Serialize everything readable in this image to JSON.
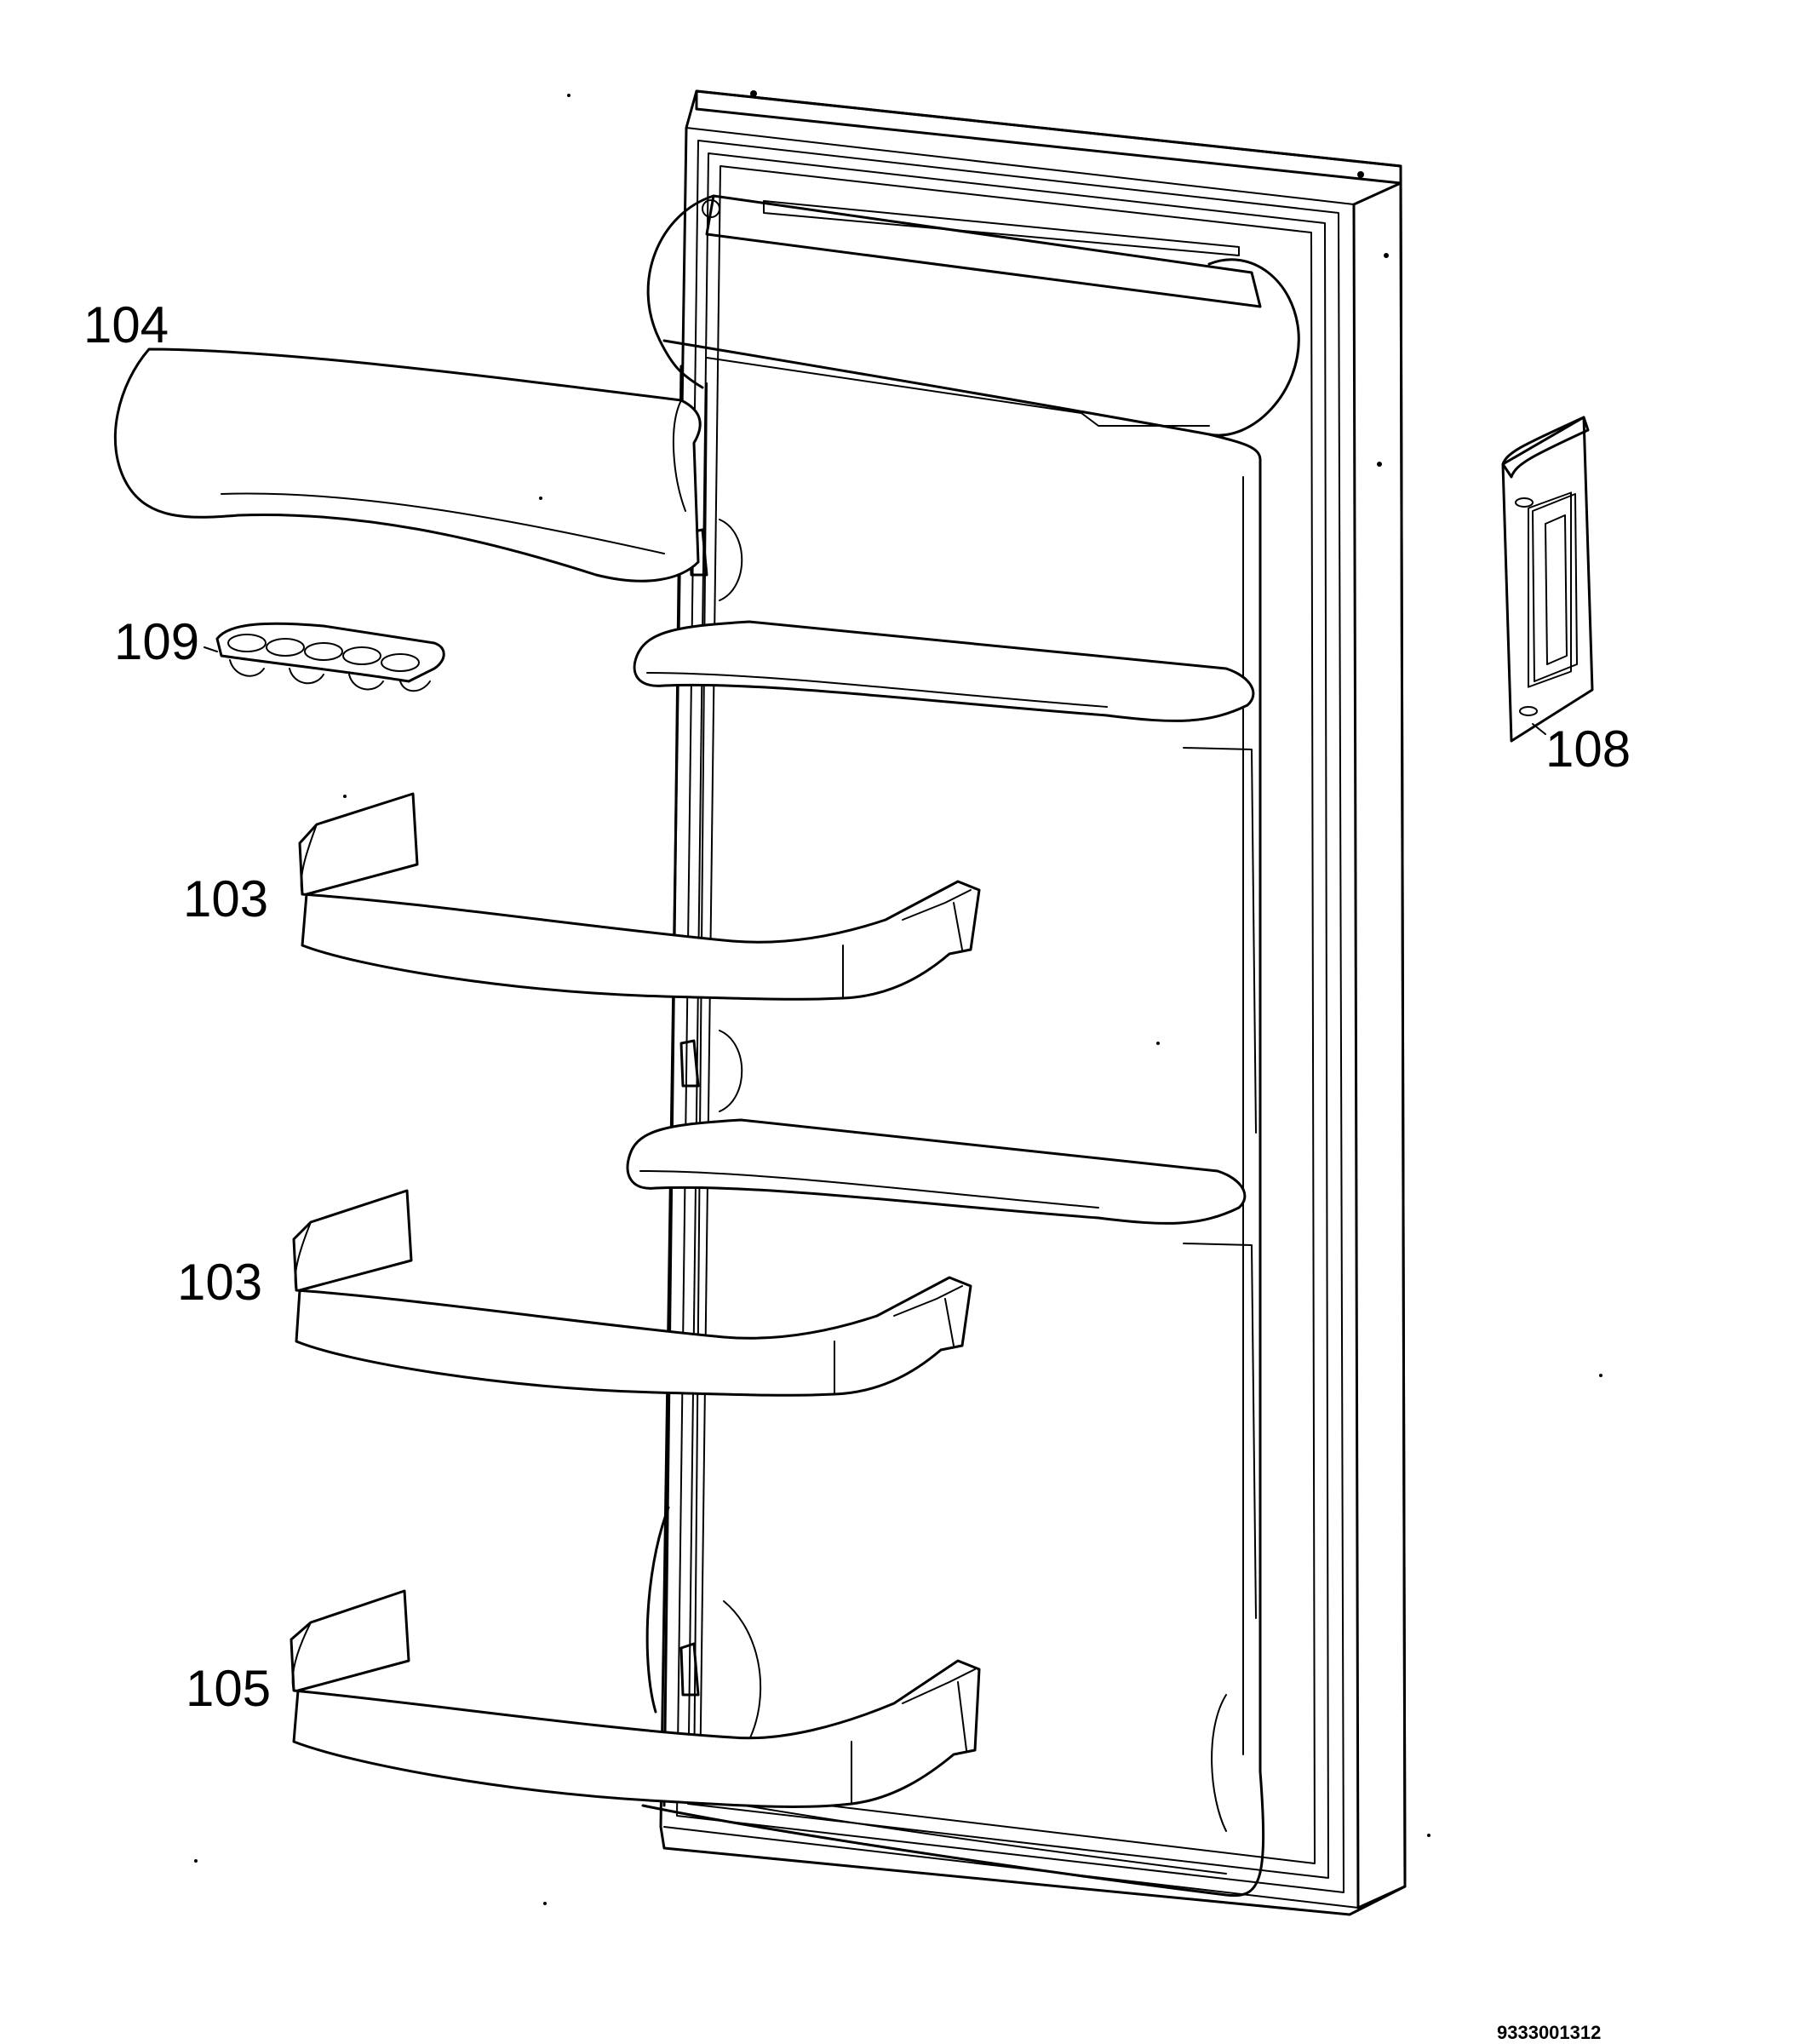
{
  "labels": {
    "l104": "104",
    "l109": "109",
    "l103a": "103",
    "l103b": "103",
    "l105": "105",
    "l108": "108"
  },
  "drawing_number": "9333001312",
  "colors": {
    "line": "#000000",
    "background": "#ffffff"
  }
}
